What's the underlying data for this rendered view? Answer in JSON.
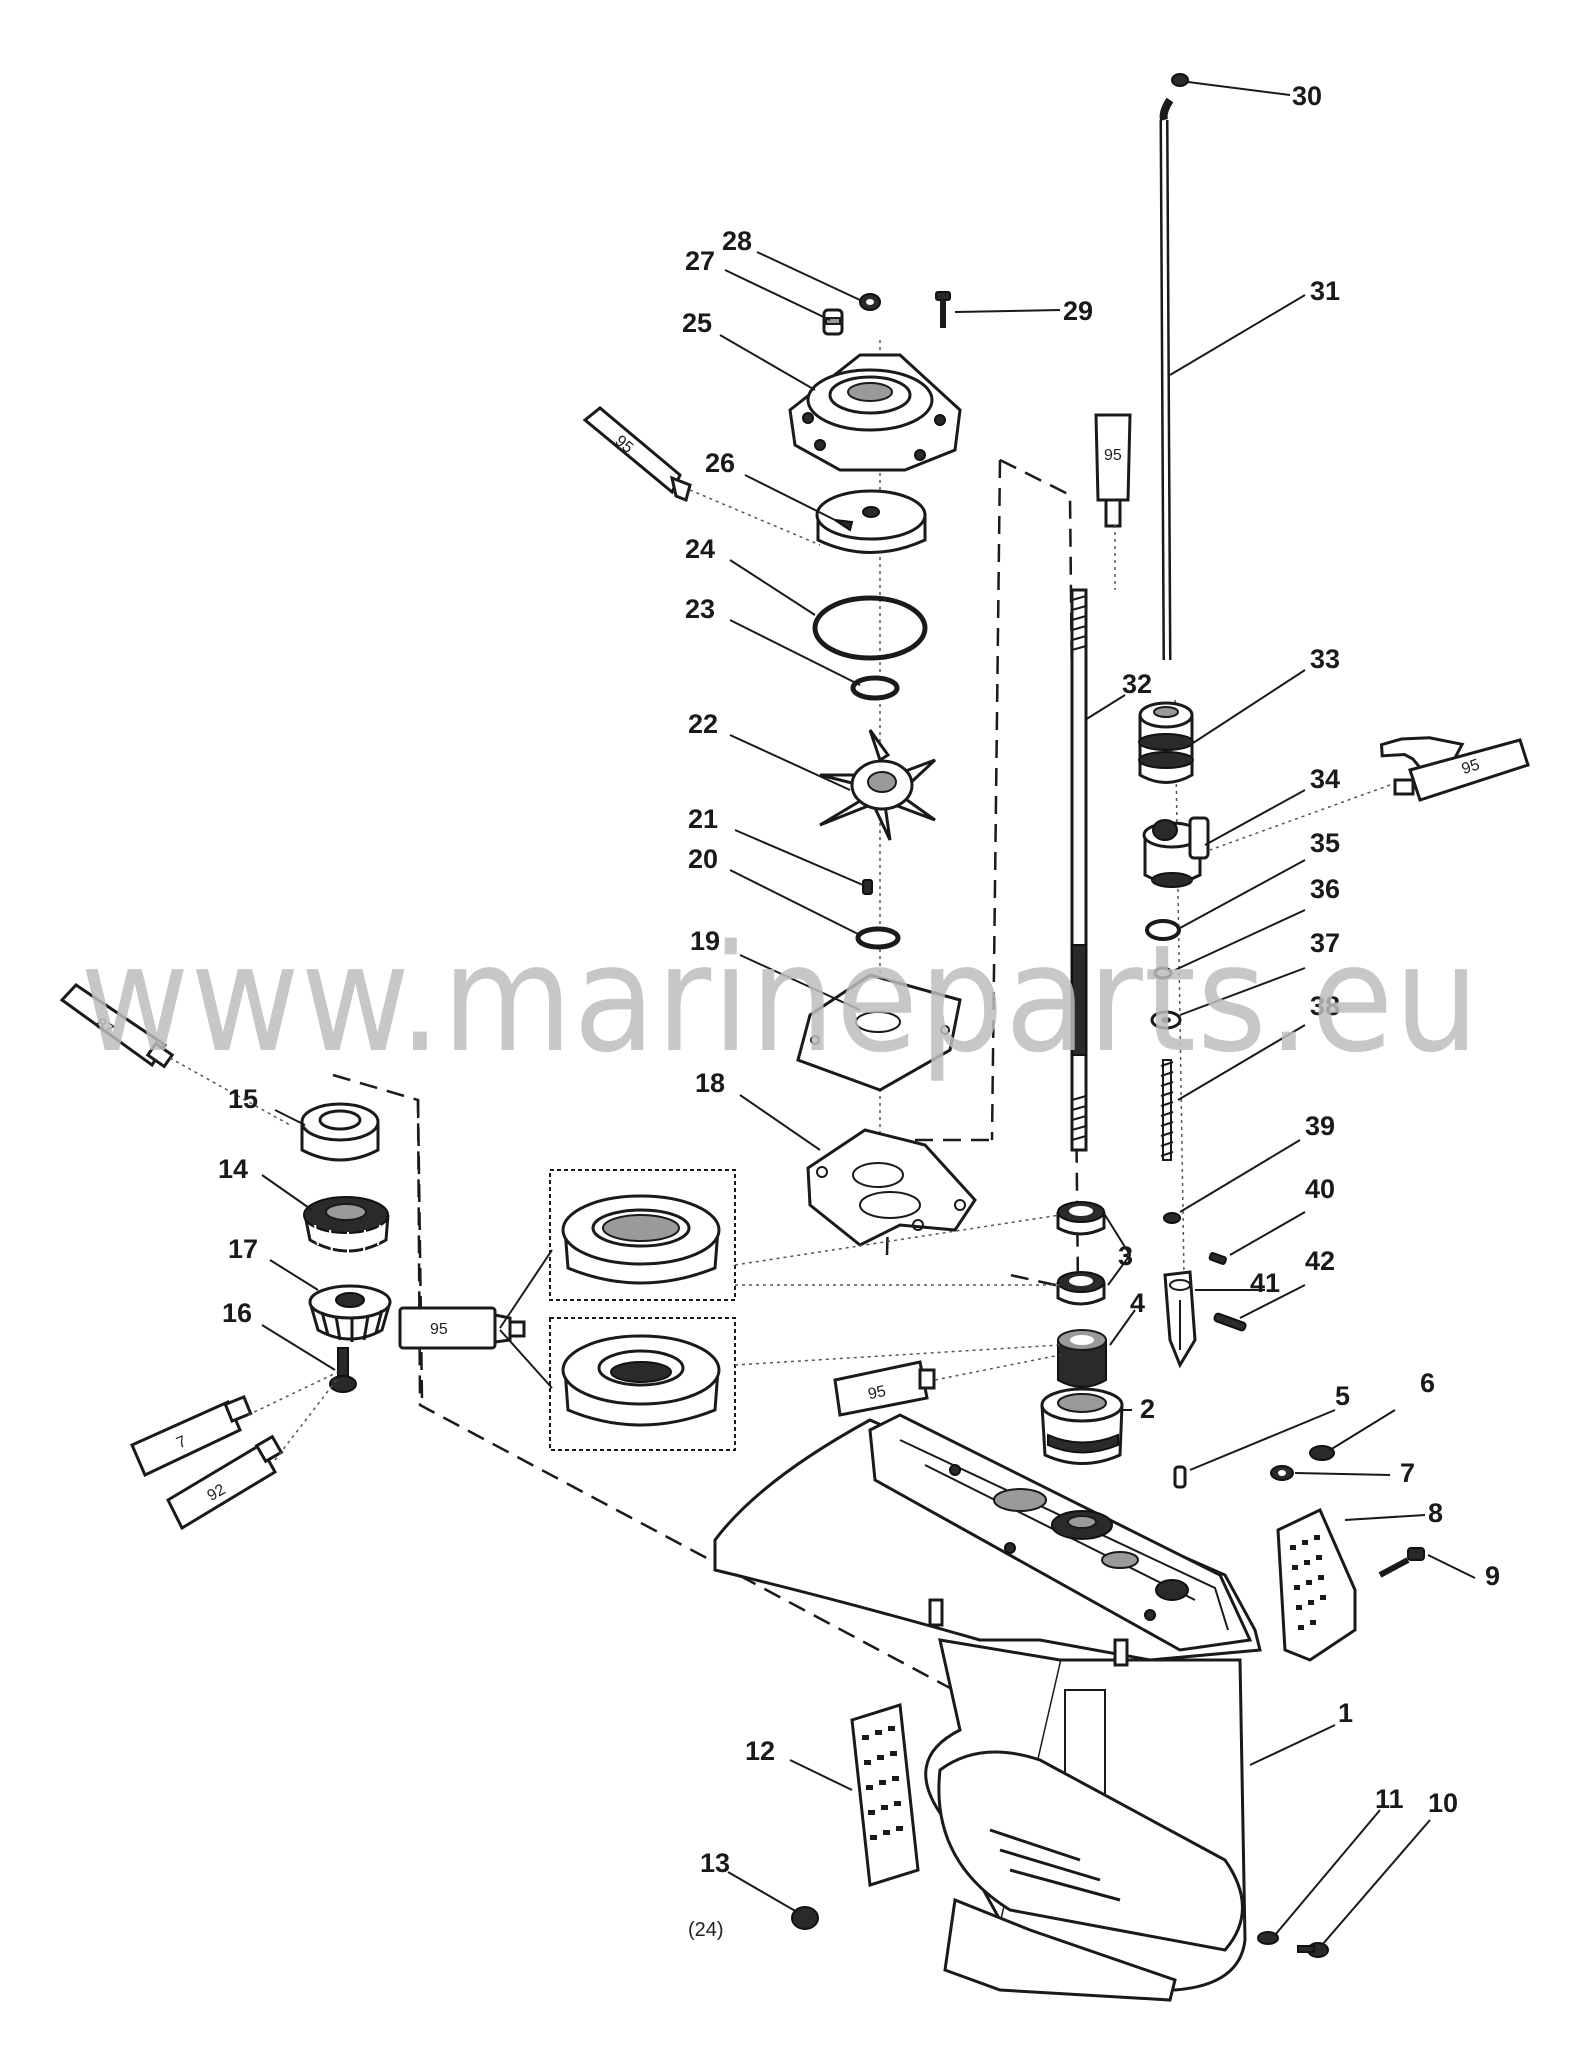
{
  "callouts": [
    {
      "n": "30"
    },
    {
      "n": "28"
    },
    {
      "n": "27"
    },
    {
      "n": "29"
    },
    {
      "n": "31"
    },
    {
      "n": "25"
    },
    {
      "n": "26"
    },
    {
      "n": "24"
    },
    {
      "n": "23"
    },
    {
      "n": "32"
    },
    {
      "n": "33"
    },
    {
      "n": "22"
    },
    {
      "n": "34"
    },
    {
      "n": "21"
    },
    {
      "n": "35"
    },
    {
      "n": "20"
    },
    {
      "n": "36"
    },
    {
      "n": "19"
    },
    {
      "n": "37"
    },
    {
      "n": "38"
    },
    {
      "n": "15"
    },
    {
      "n": "18"
    },
    {
      "n": "14"
    },
    {
      "n": "39"
    },
    {
      "n": "40"
    },
    {
      "n": "17"
    },
    {
      "n": "3"
    },
    {
      "n": "41"
    },
    {
      "n": "42"
    },
    {
      "n": "16"
    },
    {
      "n": "4"
    },
    {
      "n": "2"
    },
    {
      "n": "5"
    },
    {
      "n": "6"
    },
    {
      "n": "7"
    },
    {
      "n": "8"
    },
    {
      "n": "9"
    },
    {
      "n": "1"
    },
    {
      "n": "12"
    },
    {
      "n": "11"
    },
    {
      "n": "10"
    },
    {
      "n": "13"
    }
  ],
  "tube_labels": {
    "t95_top_left": "95",
    "t95_top_right": "95",
    "t95_right": "95",
    "t87_left": "87",
    "t95_bearing": "95",
    "t95_lower": "95",
    "t7": "7",
    "t92": "92"
  },
  "caption": "(24)",
  "watermark": "www.marineparts.eu"
}
